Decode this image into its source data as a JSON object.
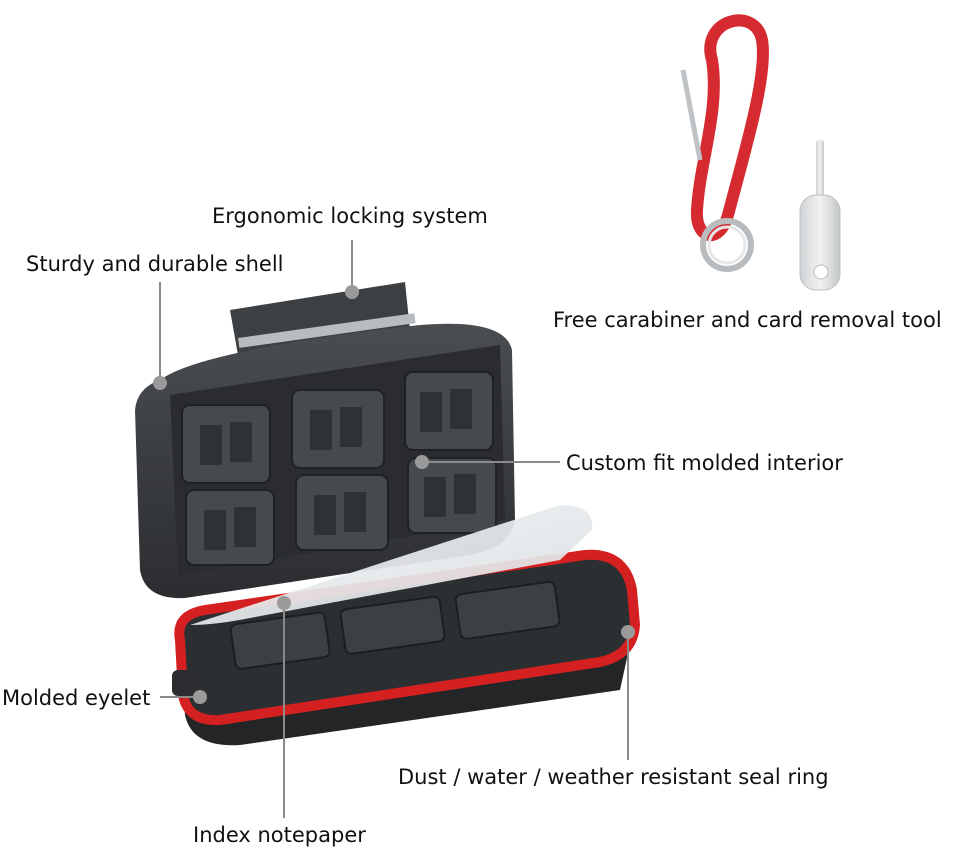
{
  "labels": {
    "locking": "Ergonomic locking system",
    "shell": "Sturdy and durable shell",
    "carabiner": "Free carabiner and card removal tool",
    "interior": "Custom fit molded interior",
    "eyelet": "Molded eyelet",
    "seal": "Dust / water / weather resistant seal ring",
    "notepaper": "Index notepaper"
  },
  "colors": {
    "case_body": "#3a3d40",
    "case_dark": "#1e2022",
    "seal": "#d42020",
    "carabiner": "#d52a30",
    "leader": "#8a8a8a",
    "paper": "#e9ecee"
  }
}
